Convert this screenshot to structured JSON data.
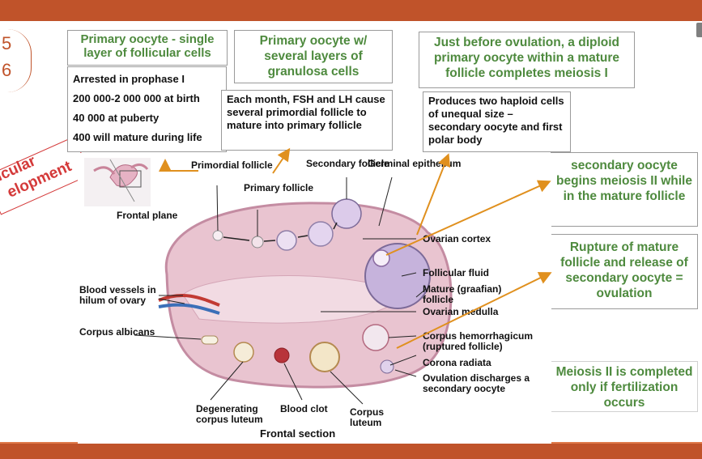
{
  "slide_number": [
    "5",
    "6"
  ],
  "stamp_text": [
    "icular",
    "elopment"
  ],
  "boxes": {
    "primary_single_title": "Primary oocyte - single layer of follicular cells",
    "primary_single_facts": [
      "Arrested in prophase I",
      "200 000-2 000 000 at birth",
      "40 000 at puberty",
      "400 will mature during life"
    ],
    "primary_several_title": "Primary oocyte w/ several layers of granulosa cells",
    "fsh_lh_text": "Each month, FSH and LH cause several primordial follicle to mature into primary follicle",
    "before_ovulation_title": "Just before ovulation, a diploid primary oocyte within a mature follicle completes meiosis I",
    "haploid_text": "Produces two haploid cells of unequal size – secondary oocyte and first polar body",
    "meiosis2_begins": "secondary oocyte begins meiosis II while in the mature follicle",
    "rupture_text": "Rupture of mature follicle and release of secondary oocyte = ovulation",
    "meiosis2_completed": "Meiosis II is completed only if fertilization occurs"
  },
  "diagram": {
    "primordial_follicle": "Primordial follicle",
    "primary_follicle": "Primary follicle",
    "secondary_follicle": "Secondary follicle",
    "germinal_epithelium": "Germinal epithelium",
    "frontal_plane": "Frontal plane",
    "ovarian_cortex": "Ovarian cortex",
    "follicular_fluid": "Follicular fluid",
    "mature_follicle": "Mature (graafian) follicle",
    "ovarian_medulla": "Ovarian medulla",
    "blood_vessels": "Blood vessels in hilum of ovary",
    "corpus_albicans": "Corpus albicans",
    "corpus_hemorrhagicum": "Corpus hemorrhagicum (ruptured follicle)",
    "corona_radiata": "Corona radiata",
    "ovulation_discharges": "Ovulation discharges a secondary oocyte",
    "degenerating_corpus_luteum": "Degenerating corpus luteum",
    "blood_clot": "Blood clot",
    "corpus_luteum": "Corpus luteum",
    "frontal_section": "Frontal section"
  },
  "colors": {
    "accent_bar": "#c0532a",
    "heading_green": "#4e8a3e",
    "arrow_orange": "#e0901e",
    "ovary_pink": "#e9c4d0",
    "follicle_purple": "#c6b3dc"
  }
}
